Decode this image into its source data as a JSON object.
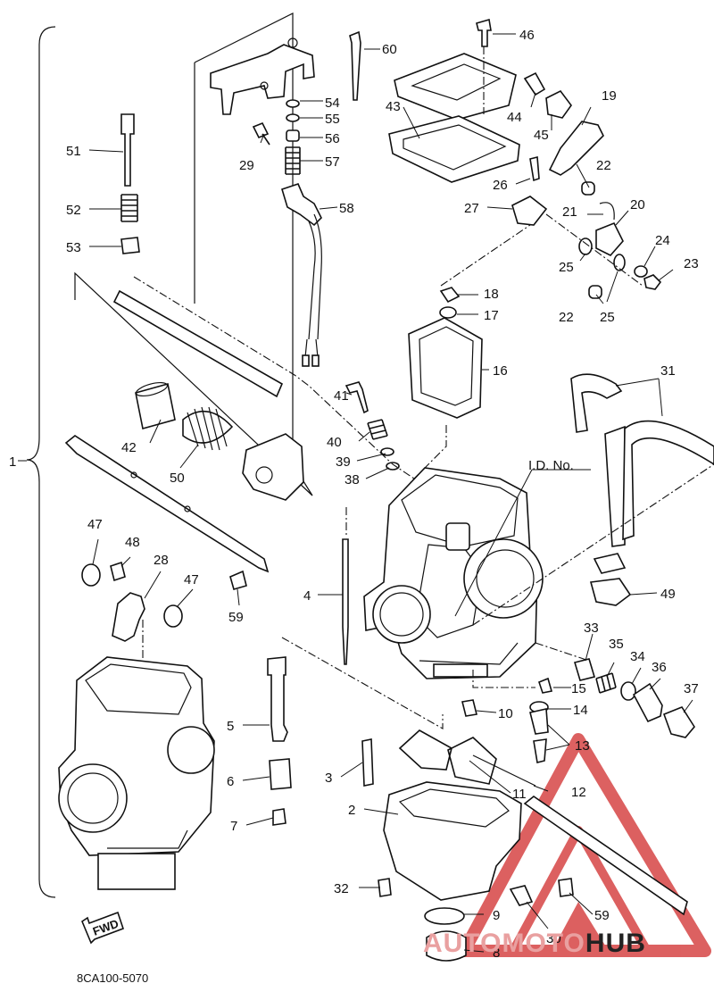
{
  "diagram": {
    "catalog_code": "8CA100-5070",
    "fwd_label": "FWD",
    "id_label": "I.D. No.",
    "watermark": {
      "prefix": "AUTOMOTO",
      "suffix": "HUB",
      "color": "#d64545"
    },
    "labels": {
      "p1": "1",
      "p2": "2",
      "p3": "3",
      "p4": "4",
      "p5": "5",
      "p6": "6",
      "p7": "7",
      "p8": "8",
      "p9": "9",
      "p10": "10",
      "p11": "11",
      "p12": "12",
      "p13": "13",
      "p14": "14",
      "p15": "15",
      "p16": "16",
      "p17": "17",
      "p18": "18",
      "p19": "19",
      "p20": "20",
      "p21": "21",
      "p22a": "22",
      "p22b": "22",
      "p23": "23",
      "p24": "24",
      "p25a": "25",
      "p25b": "25",
      "p26": "26",
      "p27": "27",
      "p28": "28",
      "p29": "29",
      "p30": "30",
      "p31": "31",
      "p32": "32",
      "p33": "33",
      "p34": "34",
      "p35": "35",
      "p36": "36",
      "p37": "37",
      "p38": "38",
      "p39": "39",
      "p40": "40",
      "p41": "41",
      "p42": "42",
      "p43": "43",
      "p44": "44",
      "p45": "45",
      "p46": "46",
      "p47a": "47",
      "p47b": "47",
      "p48": "48",
      "p49": "49",
      "p50": "50",
      "p51": "51",
      "p52": "52",
      "p53": "53",
      "p54": "54",
      "p55": "55",
      "p56": "56",
      "p57": "57",
      "p58": "58",
      "p59a": "59",
      "p59b": "59",
      "p60": "60"
    }
  }
}
